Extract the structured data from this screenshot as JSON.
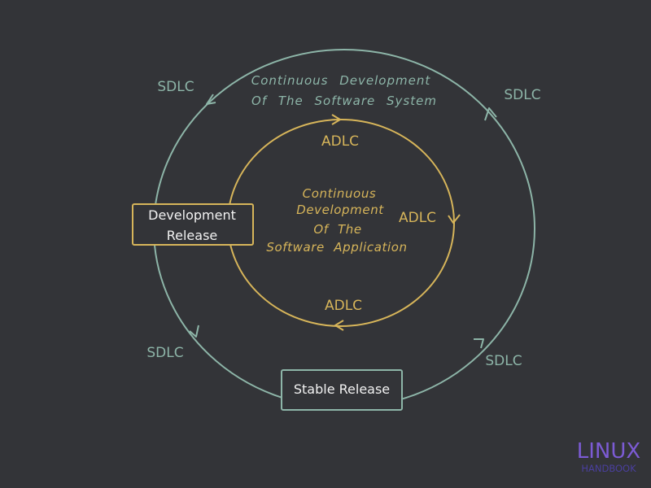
{
  "colors": {
    "background": "#333438",
    "outer_cycle": "#8db5a8",
    "inner_cycle": "#d7b55a",
    "box_text": "#f2f2f2",
    "logo_top": "#7c5bd4",
    "logo_bottom": "#4a3f9e"
  },
  "outer_cycle": {
    "caption_line1": "Continuous  Development",
    "caption_line2": "Of  The  Software  System",
    "labels": [
      "SDLC",
      "SDLC",
      "SDLC",
      "SDLC"
    ]
  },
  "inner_cycle": {
    "caption_lines": [
      "Continuous",
      "Development",
      "Of  The",
      "Software  Application"
    ],
    "labels": [
      "ADLC",
      "ADLC",
      "ADLC"
    ]
  },
  "boxes": {
    "development_release": [
      "Development",
      "Release"
    ],
    "stable_release": "Stable Release"
  },
  "logo": {
    "top": "LINUX",
    "bottom": "HANDBOOK"
  }
}
